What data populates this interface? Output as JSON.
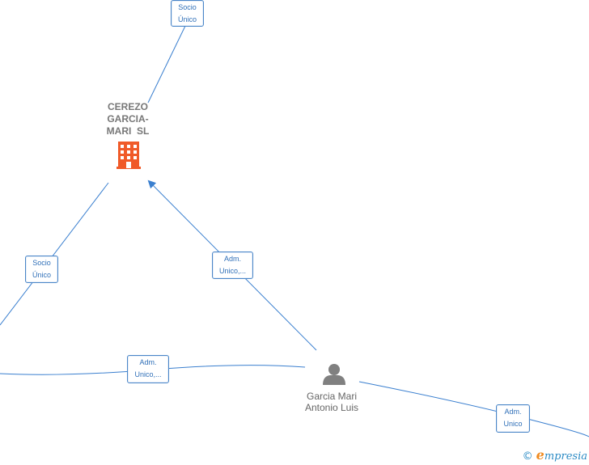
{
  "company": {
    "name_lines": [
      "CEREZO",
      "GARCIA-",
      "MARI  SL"
    ],
    "icon": "building-icon",
    "color": "#f05a28"
  },
  "person": {
    "name_lines": [
      "Garcia Mari",
      "Antonio Luis"
    ],
    "icon": "person-icon"
  },
  "edge_labels": {
    "top": [
      "Socio",
      "Único"
    ],
    "left": [
      "Socio",
      "Único"
    ],
    "center": [
      "Adm.",
      "Unico,..."
    ],
    "bottom_left": [
      "Adm.",
      "Unico,..."
    ],
    "bottom_right": [
      "Adm.",
      "Unico"
    ]
  },
  "colors": {
    "edge": "#3a7fcf",
    "label_border": "#4a86c8",
    "label_text": "#2f6fb8"
  },
  "brand": {
    "copyright": "©",
    "initial": "e",
    "rest": "mpresia"
  }
}
